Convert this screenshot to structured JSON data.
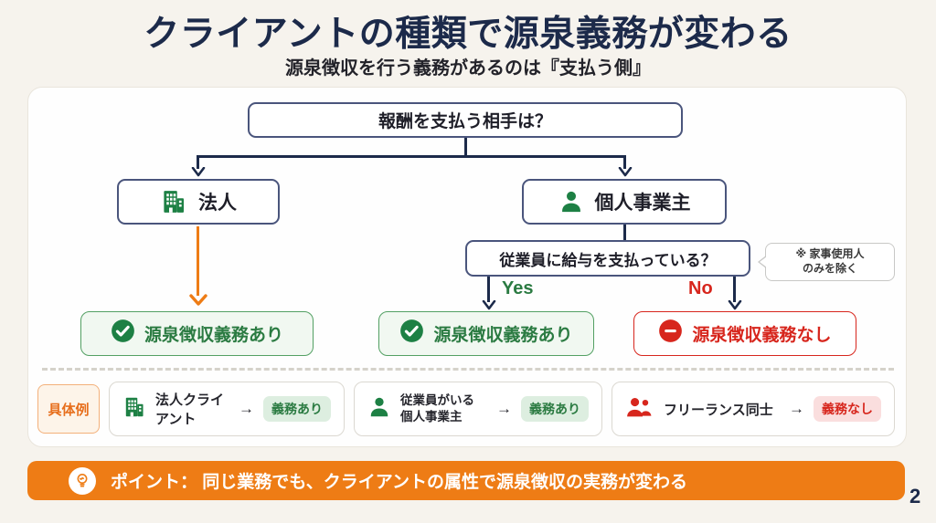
{
  "page": {
    "title": "クライアントの種類で源泉義務が変わる",
    "subtitle": "源泉徴収を行う義務があるのは『支払う側』",
    "page_number": "2"
  },
  "flow": {
    "root_question": "報酬を支払う相手は？",
    "corporate_label": "法人",
    "sole_proprietor_label": "個人事業主",
    "salary_question": "従業員に給与を支払っている？",
    "note_line1": "※ 家事使用人",
    "note_line2": "のみを除く",
    "yes_label": "Yes",
    "no_label": "No",
    "result_corporate": "源泉徴収義務あり",
    "result_yes": "源泉徴収義務あり",
    "result_no": "源泉徴収義務なし"
  },
  "examples": {
    "label": "具体例",
    "arrow_glyph": "→",
    "items": [
      {
        "icon": "building-icon",
        "text": "法人クライアント",
        "badge": "義務あり",
        "status": "positive"
      },
      {
        "icon": "person-icon",
        "text_line1": "従業員がいる",
        "text_line2": "個人事業主",
        "badge": "義務あり",
        "status": "positive"
      },
      {
        "icon": "people-icon",
        "text": "フリーランス同士",
        "badge": "義務なし",
        "status": "negative"
      }
    ]
  },
  "point_banner": {
    "text": "ポイント： 同じ業務でも、クライアントの属性で源泉徴収の実務が変わる"
  },
  "colors": {
    "background": "#f6f3ed",
    "navy": "#1c2a4a",
    "box_border": "#4a557c",
    "green": "#1d8044",
    "green_text": "#2b7b42",
    "green_bg": "#f1f8f1",
    "red": "#d7261d",
    "red_bg": "#fadede",
    "orange": "#ee7c15"
  }
}
